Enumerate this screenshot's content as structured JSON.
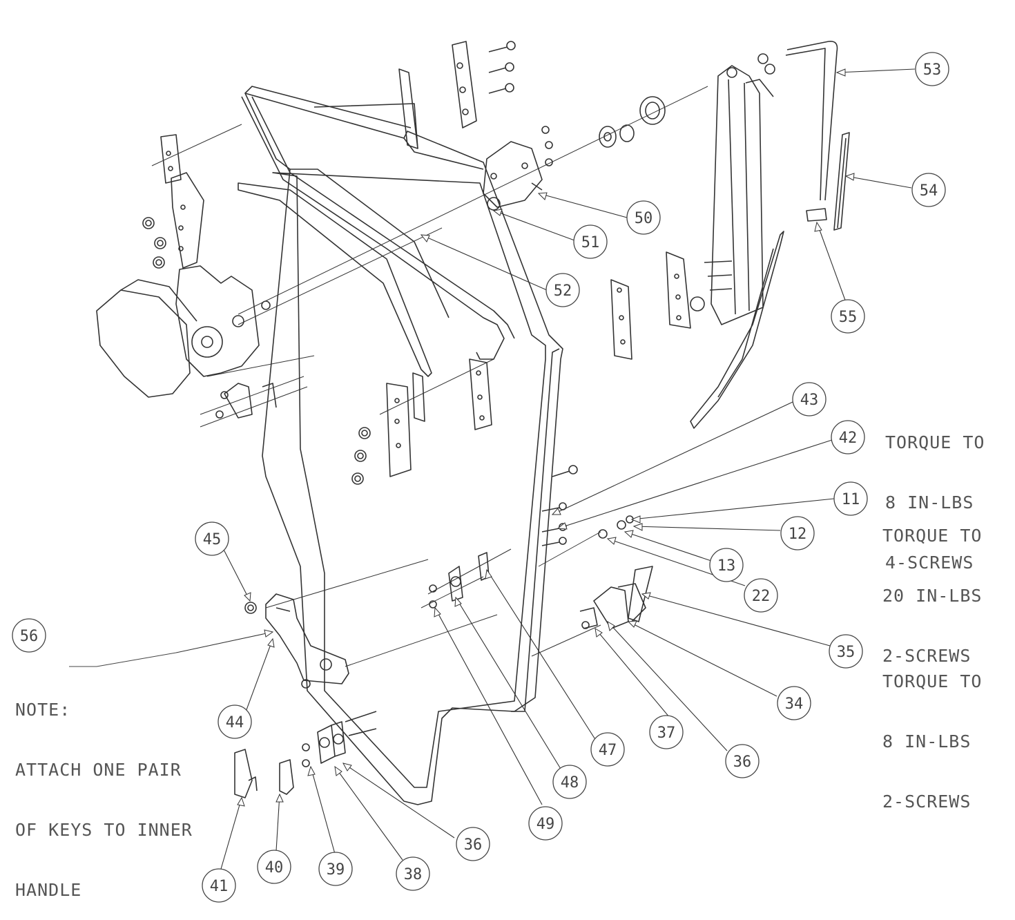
{
  "callouts": [
    {
      "id": "c53",
      "label": "53"
    },
    {
      "id": "c54",
      "label": "54"
    },
    {
      "id": "c50",
      "label": "50"
    },
    {
      "id": "c51",
      "label": "51"
    },
    {
      "id": "c52",
      "label": "52"
    },
    {
      "id": "c55",
      "label": "55"
    },
    {
      "id": "c43",
      "label": "43"
    },
    {
      "id": "c42",
      "label": "42"
    },
    {
      "id": "c11",
      "label": "11"
    },
    {
      "id": "c12",
      "label": "12"
    },
    {
      "id": "c13",
      "label": "13"
    },
    {
      "id": "c22",
      "label": "22"
    },
    {
      "id": "c35",
      "label": "35"
    },
    {
      "id": "c34",
      "label": "34"
    },
    {
      "id": "c45",
      "label": "45"
    },
    {
      "id": "c56",
      "label": "56"
    },
    {
      "id": "c44",
      "label": "44"
    },
    {
      "id": "c47",
      "label": "47"
    },
    {
      "id": "c37",
      "label": "37"
    },
    {
      "id": "c36a",
      "label": "36"
    },
    {
      "id": "c48",
      "label": "48"
    },
    {
      "id": "c49",
      "label": "49"
    },
    {
      "id": "c36b",
      "label": "36"
    },
    {
      "id": "c38",
      "label": "38"
    },
    {
      "id": "c39",
      "label": "39"
    },
    {
      "id": "c40",
      "label": "40"
    },
    {
      "id": "c41",
      "label": "41"
    }
  ],
  "notes": {
    "torque_8in_4screws": [
      "TORQUE TO",
      "8 IN-LBS",
      "4-SCREWS"
    ],
    "torque_20in_2screws": [
      "TORQUE TO",
      "20 IN-LBS",
      "2-SCREWS"
    ],
    "torque_8in_2screws": [
      "TORQUE TO",
      "8 IN-LBS",
      "2-SCREWS"
    ],
    "keys_note": [
      "NOTE:",
      "ATTACH ONE PAIR",
      "OF KEYS TO INNER",
      "HANDLE"
    ]
  }
}
